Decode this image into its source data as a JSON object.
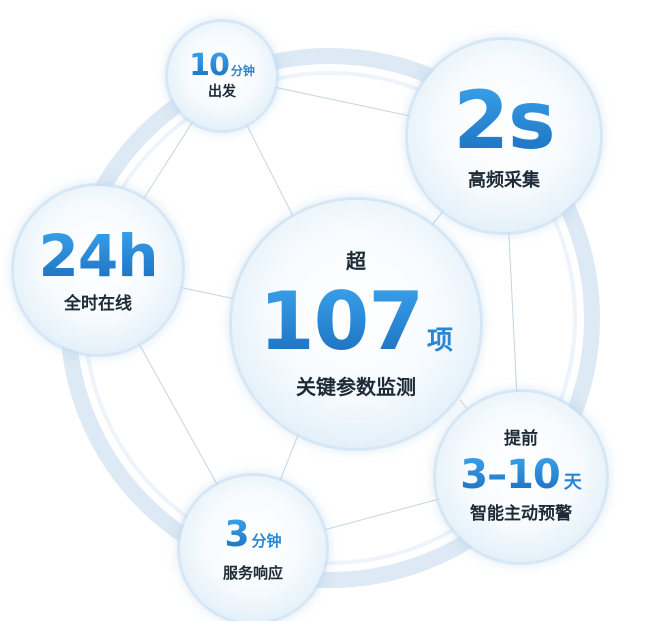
{
  "nodes": {
    "top": {
      "value": "10",
      "unit": "分钟",
      "label": "出发"
    },
    "top_right": {
      "value": "2s",
      "label": "高频采集"
    },
    "left": {
      "value": "24h",
      "label": "全时在线"
    },
    "center": {
      "prefix": "超",
      "value": "107",
      "unit": "项",
      "label": "关键参数监测"
    },
    "bottom_right": {
      "prefix": "提前",
      "value": "3–10",
      "unit": "天",
      "label": "智能主动预警"
    },
    "bottom": {
      "value": "3",
      "unit": "分钟",
      "label": "服务响应"
    }
  },
  "colors": {
    "accent_blue": "#1f78c9",
    "ring": "#dbe9f5",
    "line": "#c3d3e0"
  }
}
